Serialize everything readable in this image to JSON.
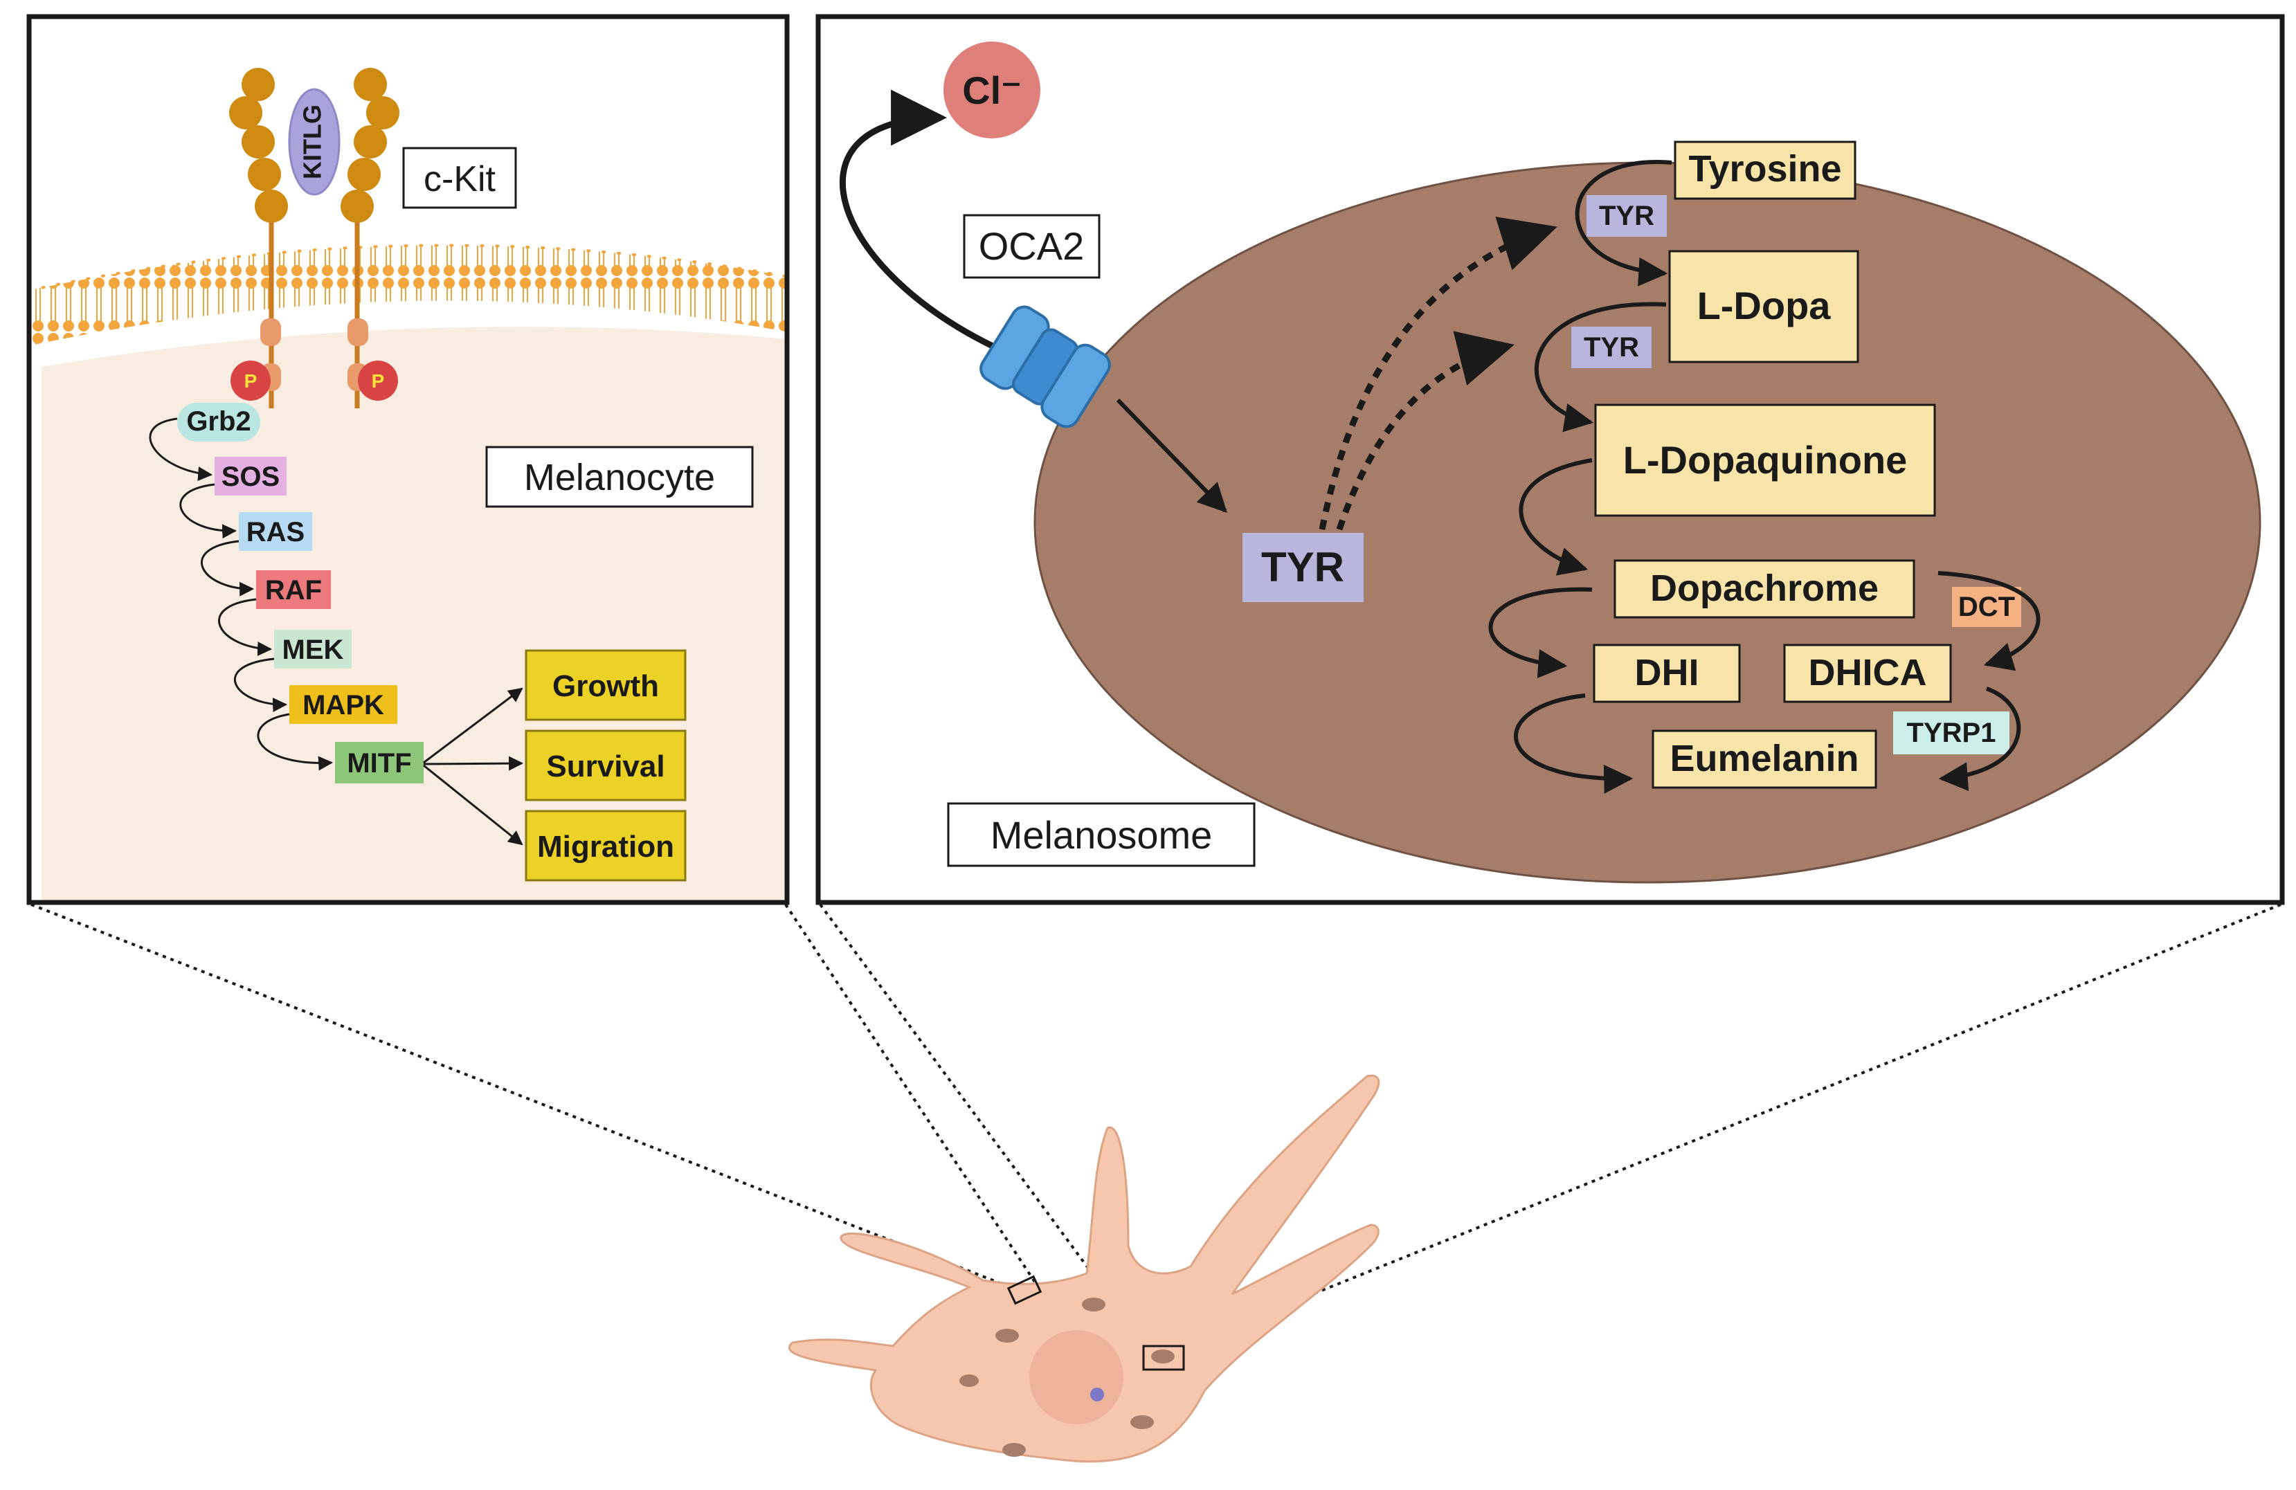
{
  "left_panel": {
    "receptor_label": "c-Kit",
    "ligand_label": "KITLG",
    "cell_label": "Melanocyte",
    "phospho_label": "P",
    "cascade": [
      "Grb2",
      "SOS",
      "RAS",
      "RAF",
      "MEK",
      "MAPK",
      "MITF"
    ],
    "outcomes": [
      "Growth",
      "Survival",
      "Migration"
    ]
  },
  "right_panel": {
    "compartment_label": "Melanosome",
    "ion_label": "Cl⁻",
    "transporter_label": "OCA2",
    "enzyme_label": "TYR",
    "metabolites": {
      "tyrosine": "Tyrosine",
      "ldopa": "L-Dopa",
      "ldopaquinone": "L-Dopaquinone",
      "dopachrome": "Dopachrome",
      "dhi": "DHI",
      "dhica": "DHICA",
      "eumelanin": "Eumelanin"
    },
    "enzymes": {
      "tyr_step1": "TYR",
      "tyr_step2": "TYR",
      "dct": "DCT",
      "tyrp1": "TYRP1"
    }
  },
  "colors": {
    "membrane": "#f2a53c",
    "cytoplasm": "#f8ede0",
    "melanosome": "#a57d69",
    "metabolite_box": "#f8e4a9",
    "outcome_box": "#ecd226",
    "cell_body": "#f6c7ad",
    "receptor_bead": "#cf8a12",
    "chloride": "#df7f7a",
    "oca2": "#5ba6e2",
    "tyr": "#b8b6dc",
    "sos": "#e3b0e0",
    "ras": "#b7daf4",
    "raf": "#ec7a7d",
    "mek": "#c9e6d2",
    "mapk": "#efbf1b",
    "mitf": "#8ec679",
    "grb2": "#b9e6e1",
    "dct": "#f5b083",
    "tyrp1": "#cceee8"
  }
}
